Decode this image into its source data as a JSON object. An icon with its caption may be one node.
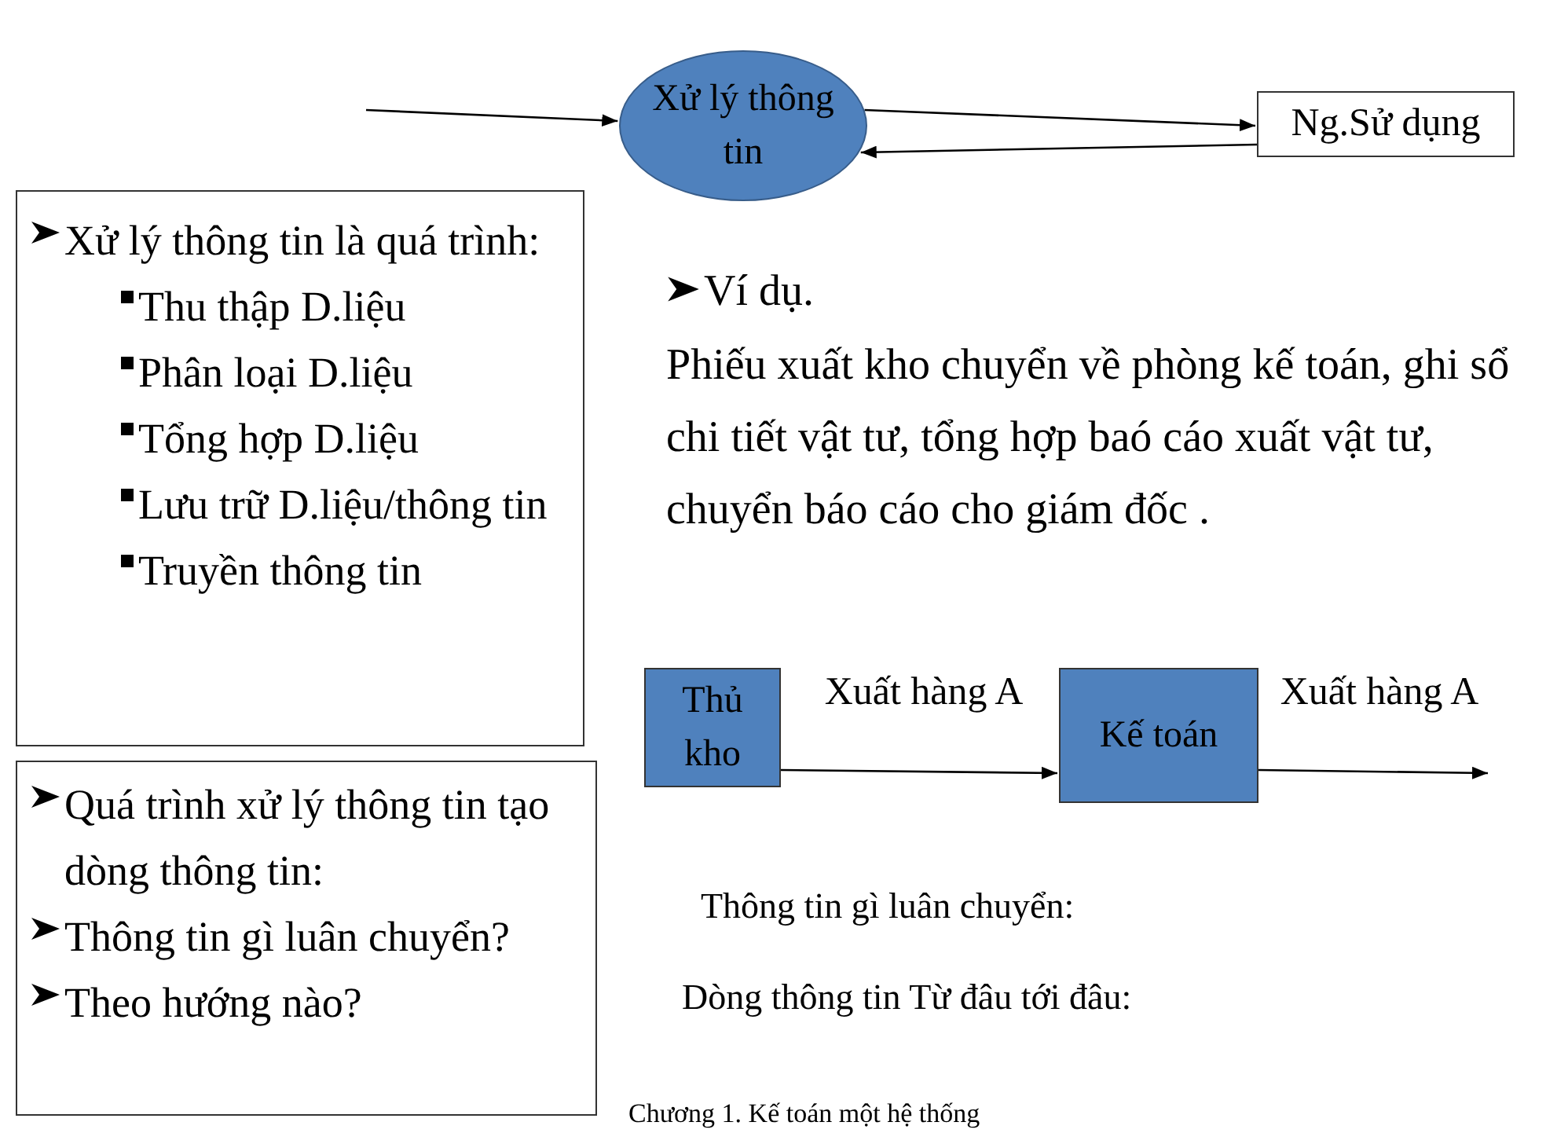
{
  "diagram": {
    "nodes": [
      {
        "text": [
          "Xử lý thông tin"
        ]
      },
      {
        "text": [
          "Ng.Sử dụng"
        ]
      },
      {
        "text": [
          "Xử lý thông tin là quá trình:",
          "Thu thập D.liệu",
          "Phân loại D.liệu",
          "Tổng hợp D.liệu",
          "Lưu trữ D.liệu/thông tin",
          "Truyền thông tin"
        ]
      },
      {
        "text": [
          "Quá trình xử lý thông tin tạo dòng thông tin:",
          "Thông tin gì luân chuyển?",
          "Theo hướng nào?"
        ]
      },
      {
        "text": [
          "Thủ kho"
        ]
      },
      {
        "text": [
          "Kế toán"
        ]
      }
    ],
    "edges": [
      {
        "from": null,
        "to": 0,
        "arrow": "to"
      },
      {
        "from": 0,
        "to": 1,
        "arrow": "to"
      },
      {
        "from": 1,
        "to": 0,
        "arrow": "to"
      },
      {
        "from": 4,
        "to": 5,
        "arrow": "to",
        "label": "Xuất hàng A"
      },
      {
        "from": 5,
        "to": null,
        "arrow": "to",
        "label": "Xuất hàng A"
      }
    ],
    "labels": [
      "Ví dụ.",
      "Phiếu xuất kho chuyển về phòng kế toán, ghi sổ chi tiết vật tư, tổng hợp baó cáo xuất vật tư, chuyển báo cáo cho giám đốc .",
      "Thông tin gì luân chuyển:",
      "Dòng thông tin Từ đâu tới đâu:",
      "Chương 1. Kế toán một hệ thống"
    ]
  }
}
